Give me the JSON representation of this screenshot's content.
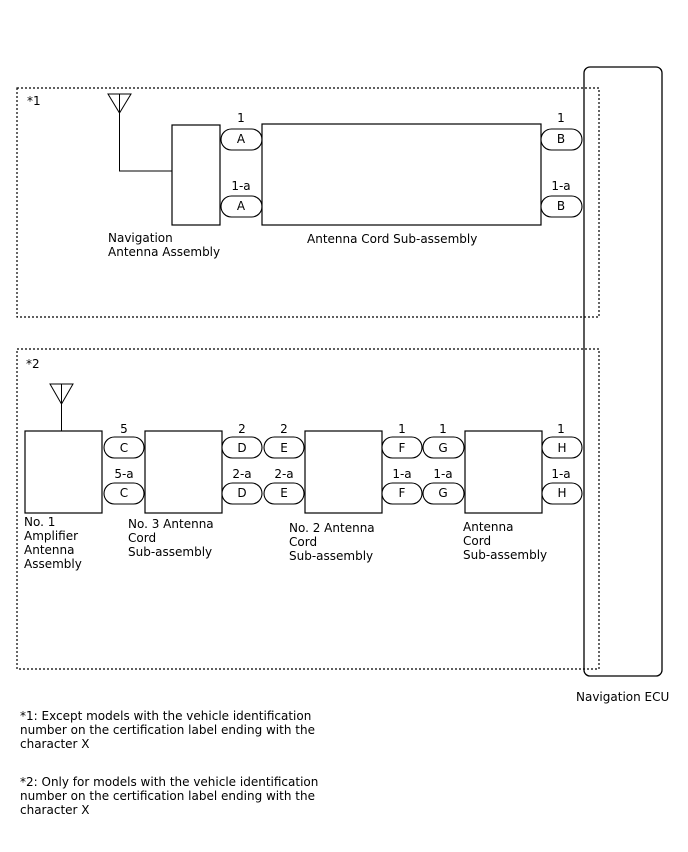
{
  "ecu_label": "Navigation ECU",
  "top": {
    "marker": "*1",
    "components": {
      "nav_antenna": [
        "Navigation",
        "Antenna Assembly"
      ],
      "cord": [
        "Antenna Cord Sub-assembly"
      ]
    },
    "pins": {
      "a_top": "1",
      "a_bot": "1-a",
      "b_top": "1",
      "b_bot": "1-a"
    },
    "connectors": {
      "a": "A",
      "b": "B"
    }
  },
  "bottom": {
    "marker": "*2",
    "components": {
      "amp": [
        "No. 1",
        "Amplifier",
        "Antenna",
        "Assembly"
      ],
      "cord3": [
        "No. 3 Antenna",
        "Cord",
        "Sub-assembly"
      ],
      "cord2": [
        "No. 2 Antenna",
        "Cord",
        "Sub-assembly"
      ],
      "cord": [
        "Antenna",
        "Cord",
        "Sub-assembly"
      ]
    },
    "pins": {
      "c_top": "5",
      "c_bot": "5-a",
      "d_top": "2",
      "d_bot": "2-a",
      "e_top": "2",
      "e_bot": "2-a",
      "f_top": "1",
      "f_bot": "1-a",
      "g_top": "1",
      "g_bot": "1-a",
      "h_top": "1",
      "h_bot": "1-a"
    },
    "connectors": {
      "c": "C",
      "d": "D",
      "e": "E",
      "f": "F",
      "g": "G",
      "h": "H"
    }
  },
  "notes": {
    "n1": "*1: Except models with the vehicle identification number on the certification label ending with the character X",
    "n2": "*2: Only for models with the vehicle identification number on the certification label ending with the character X"
  }
}
